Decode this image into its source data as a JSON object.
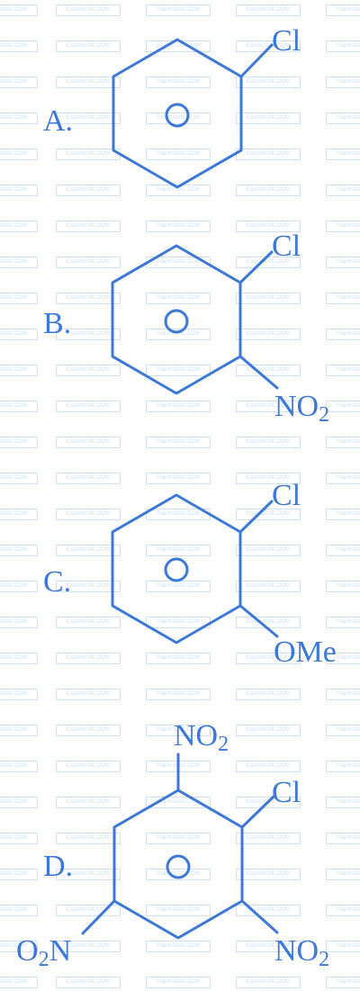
{
  "watermark_text": "ExamGOAL.COM",
  "colors": {
    "structure": "#3c78d8",
    "watermark": "#cfe1f3",
    "background": "#ffffff"
  },
  "options": [
    {
      "letter": "A.",
      "substituents": {
        "cl": "Cl"
      }
    },
    {
      "letter": "B.",
      "substituents": {
        "cl": "Cl",
        "no2_main": "NO",
        "no2_sub": "2"
      }
    },
    {
      "letter": "C.",
      "substituents": {
        "cl": "Cl",
        "ome": "OMe"
      }
    },
    {
      "letter": "D.",
      "substituents": {
        "no2_top_main": "NO",
        "no2_top_sub": "2",
        "cl": "Cl",
        "o2n_left_o": "O",
        "o2n_left_sub": "2",
        "o2n_left_n": "N",
        "no2_right_main": "NO",
        "no2_right_sub": "2"
      }
    }
  ]
}
